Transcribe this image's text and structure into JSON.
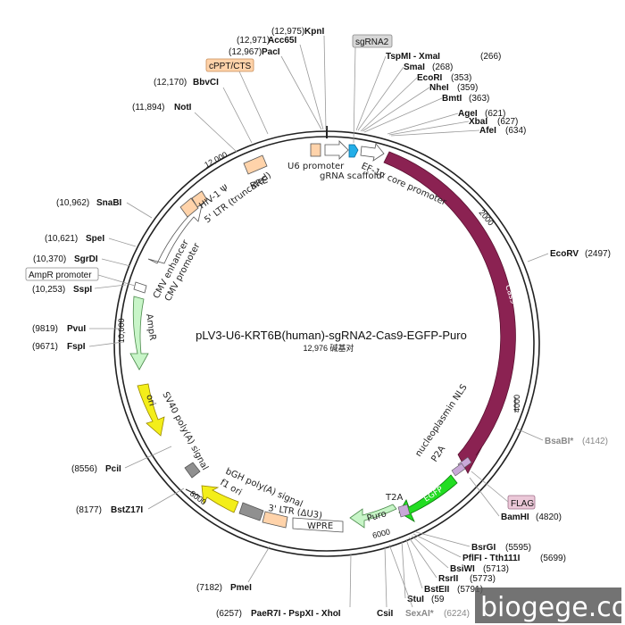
{
  "title": "pLV3-U6-KRT6B(human)-sgRNA2-Cas9-EGFP-Puro",
  "size_label": "12,976 碱基对",
  "watermark": "biogege.com",
  "colors": {
    "cas9": "#8b2252",
    "egfp": "#22dd22",
    "puro": "#c7f5c7",
    "ampr": "#c8f5c8",
    "ori_yellow": "#f3ee1a",
    "promoter_fill": "#ffffff",
    "peach": "#ffd3aa",
    "gray": "#909090",
    "cyan": "#22aee8",
    "lavender": "#c9a8d8"
  },
  "features": [
    {
      "name": "U6 promoter"
    },
    {
      "name": "gRNA scaffold"
    },
    {
      "name": "EF-1α core promoter"
    },
    {
      "name": "Cas9"
    },
    {
      "name": "nucleoplasmin NLS"
    },
    {
      "name": "P2A"
    },
    {
      "name": "EGFP"
    },
    {
      "name": "T2A"
    },
    {
      "name": "Puro"
    },
    {
      "name": "WPRE"
    },
    {
      "name": "3' LTR (ΔU3)"
    },
    {
      "name": "bGH poly(A) signal"
    },
    {
      "name": "f1 ori"
    },
    {
      "name": "SV40 poly(A) signal"
    },
    {
      "name": "ori"
    },
    {
      "name": "AmpR"
    },
    {
      "name": "CMV promoter"
    },
    {
      "name": "CMV enhancer"
    },
    {
      "name": "5' LTR (truncated)"
    },
    {
      "name": "HIV-1 Ψ"
    },
    {
      "name": "RRE"
    }
  ],
  "boxed_labels": [
    {
      "name": "sgRNA2"
    },
    {
      "name": "cPPT/CTS"
    },
    {
      "name": "AmpR promoter"
    },
    {
      "name": "FLAG"
    }
  ],
  "sites": [
    {
      "pos": "(12,975)",
      "enzyme": "KpnI"
    },
    {
      "pos": "(12,971)",
      "enzyme": "Acc65I"
    },
    {
      "pos": "(12,967)",
      "enzyme": "PacI"
    },
    {
      "pos": "(12,170)",
      "enzyme": "BbvCI"
    },
    {
      "pos": "(11,894)",
      "enzyme": "NotI"
    },
    {
      "pos": "(10,962)",
      "enzyme": "SnaBI"
    },
    {
      "pos": "(10,621)",
      "enzyme": "SpeI"
    },
    {
      "pos": "(10,370)",
      "enzyme": "SgrDI"
    },
    {
      "pos": "(10,253)",
      "enzyme": "SspI"
    },
    {
      "pos": "(9819)",
      "enzyme": "PvuI"
    },
    {
      "pos": "(9671)",
      "enzyme": "FspI"
    },
    {
      "pos": "(8556)",
      "enzyme": "PciI"
    },
    {
      "pos": "(8177)",
      "enzyme": "BstZ17I"
    },
    {
      "pos": "(7182)",
      "enzyme": "PmeI"
    },
    {
      "pos": "(6257)",
      "enzyme": "PaeR7I - PspXI - XhoI"
    },
    {
      "enzyme": "TspMI - XmaI",
      "pos": "(266)"
    },
    {
      "enzyme": "SmaI",
      "pos": "(268)"
    },
    {
      "enzyme": "EcoRI",
      "pos": "(353)"
    },
    {
      "enzyme": "NheI",
      "pos": "(359)"
    },
    {
      "enzyme": "BmtI",
      "pos": "(363)"
    },
    {
      "enzyme": "AgeI",
      "pos": "(621)"
    },
    {
      "enzyme": "XbaI",
      "pos": "(627)"
    },
    {
      "enzyme": "AfeI",
      "pos": "(634)"
    },
    {
      "enzyme": "EcoRV",
      "pos": "(2497)"
    },
    {
      "enzyme": "BsaBI*",
      "pos": "(4142)"
    },
    {
      "enzyme": "BamHI",
      "pos": "(4820)"
    },
    {
      "enzyme": "BsrGI",
      "pos": "(5595)"
    },
    {
      "enzyme": "PflFI - Tth111I",
      "pos": "(5699)"
    },
    {
      "enzyme": "BsiWI",
      "pos": "(5713)"
    },
    {
      "enzyme": "RsrII",
      "pos": "(5773)"
    },
    {
      "enzyme": "BstEII",
      "pos": "(5791)"
    },
    {
      "enzyme": "StuI",
      "pos": "(59"
    },
    {
      "enzyme": "CsiI",
      "pos": ""
    },
    {
      "enzyme": "SexAI*",
      "pos": "(6224)"
    }
  ],
  "ticks": [
    "2000",
    "4000",
    "6000",
    "8000",
    "10,000",
    "12,000"
  ]
}
